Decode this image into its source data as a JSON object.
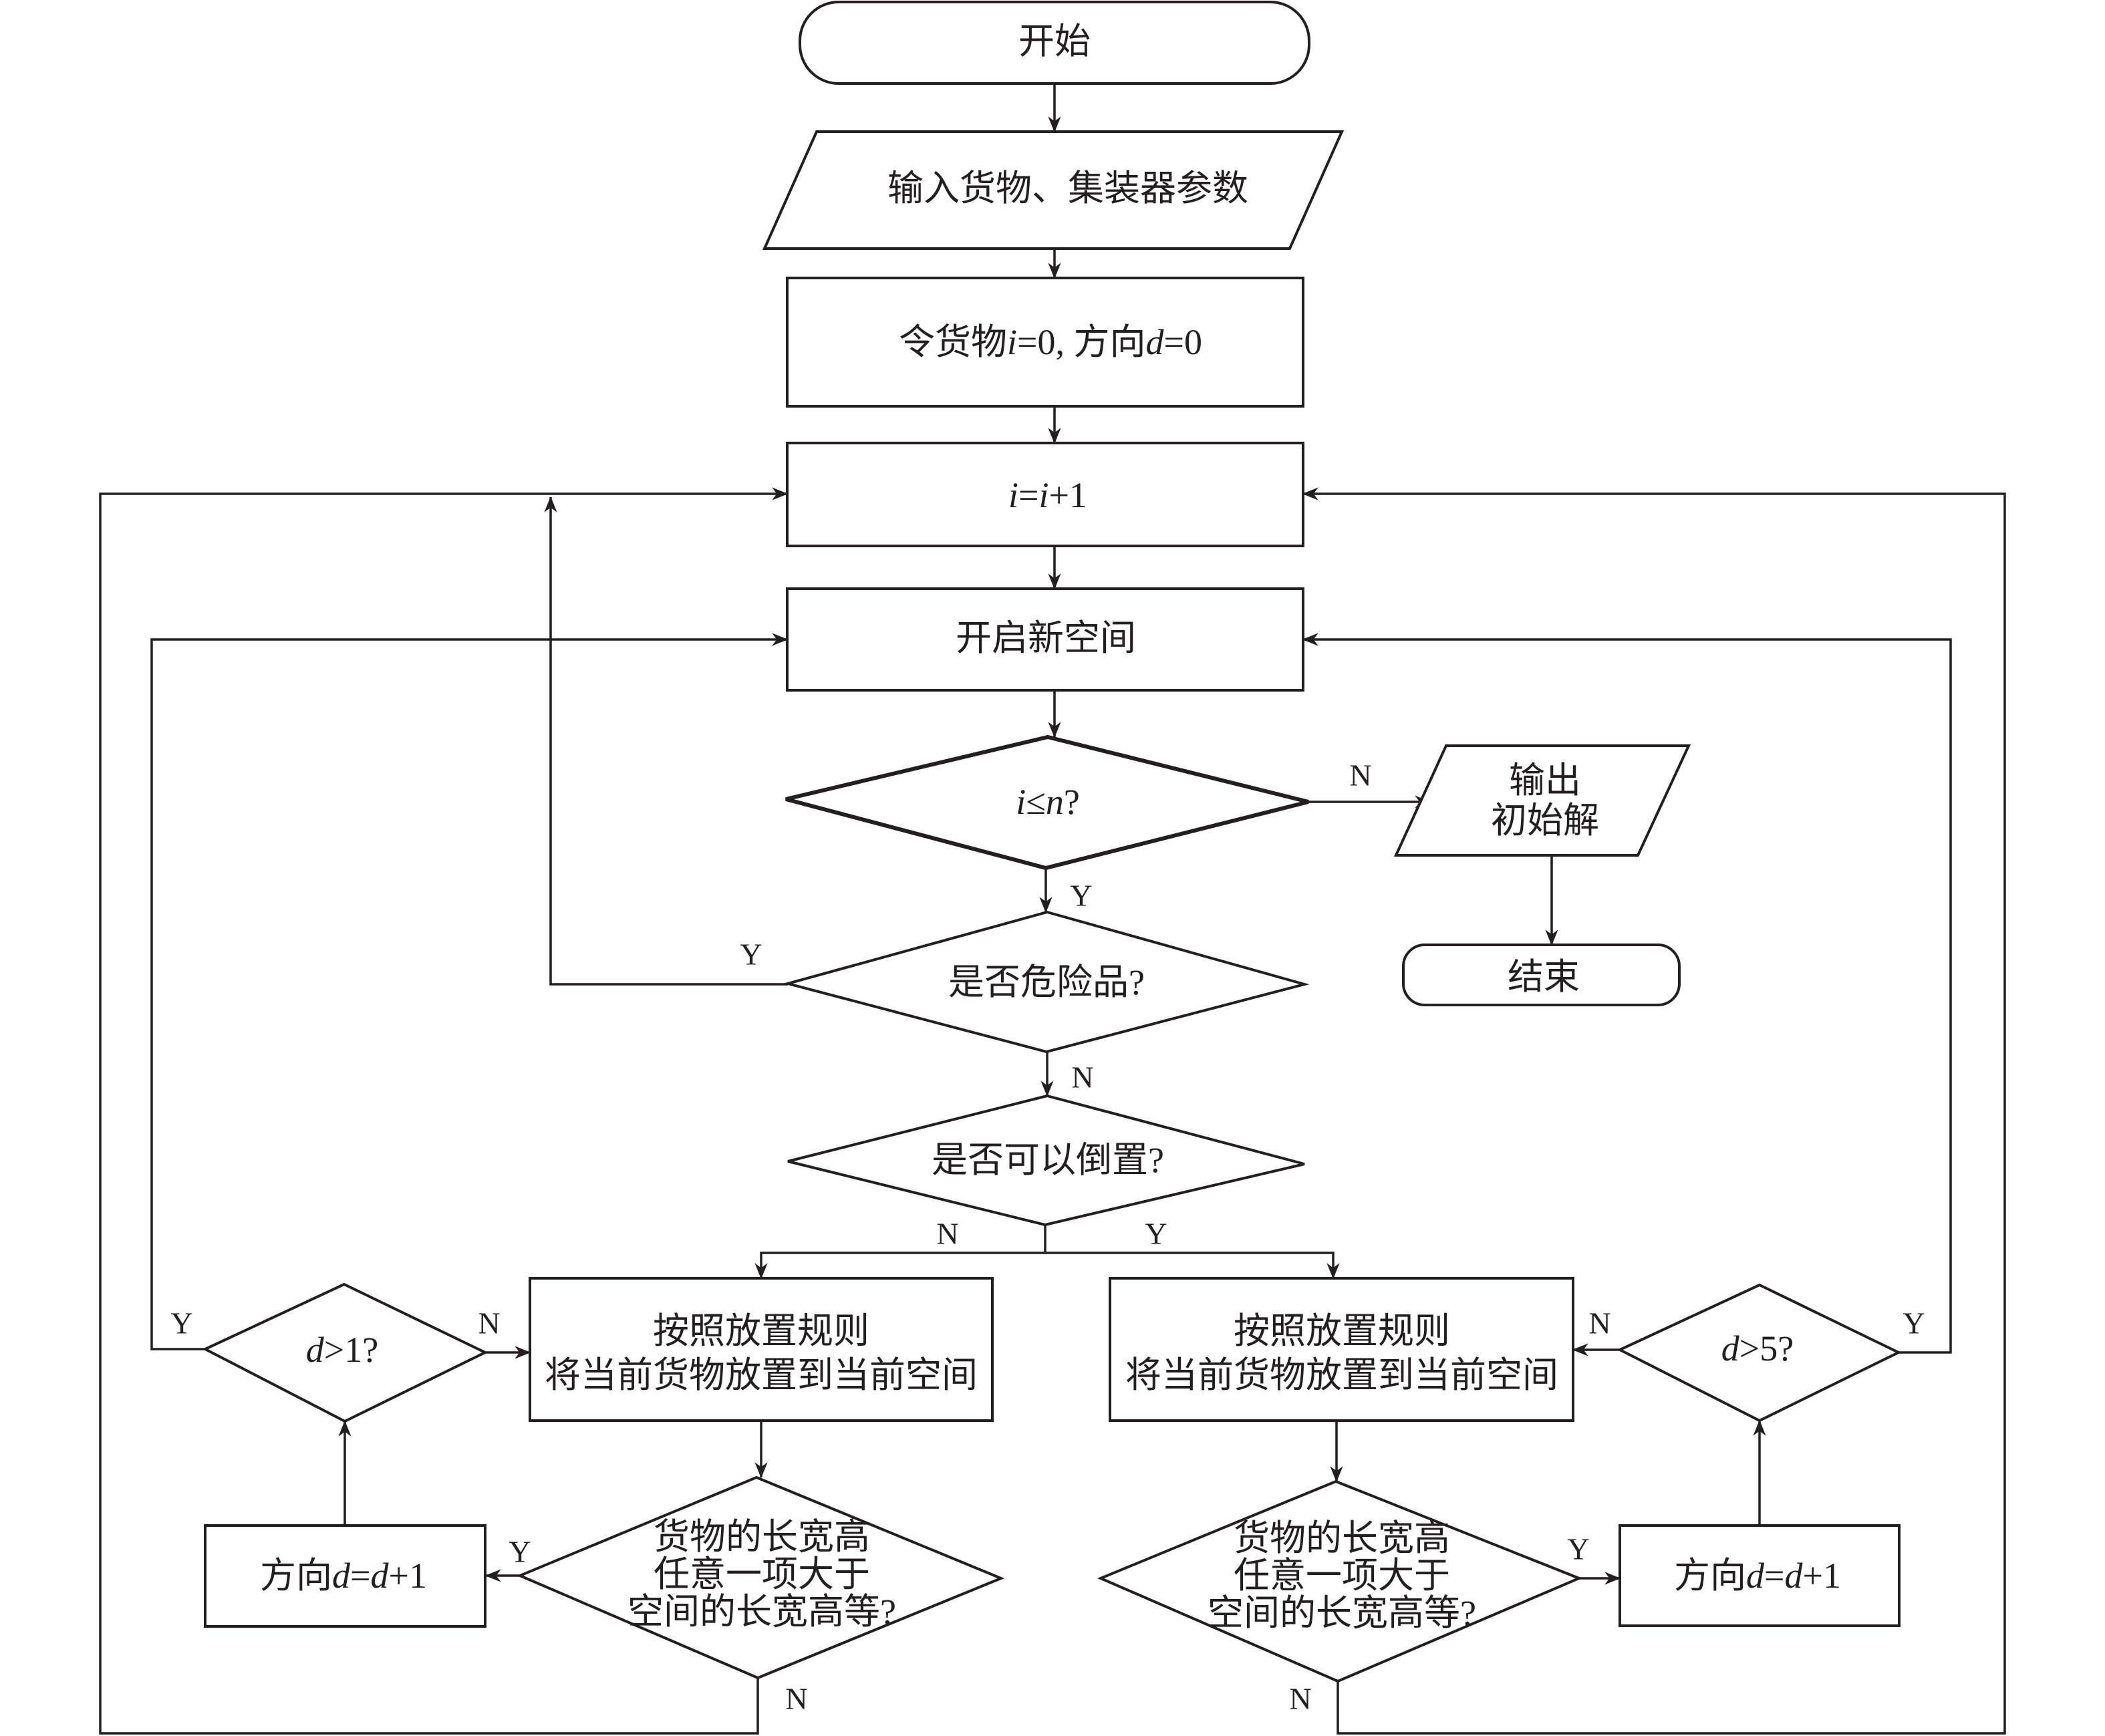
{
  "diagram": {
    "type": "flowchart",
    "colors": {
      "stroke": "#231f20",
      "fill": "#ffffff",
      "background": "#ffffff"
    },
    "nodes": {
      "start": {
        "shape": "terminator",
        "label": "开始"
      },
      "input": {
        "shape": "parallelogram",
        "label": "输入货物、集装器参数"
      },
      "init": {
        "shape": "process",
        "parts": [
          "令货物",
          "i",
          "=0, 方向",
          "d",
          "=0"
        ]
      },
      "increment": {
        "shape": "process",
        "parts": [
          "i",
          "=",
          "i",
          "+1"
        ]
      },
      "new_space": {
        "shape": "process",
        "label": "开启新空间"
      },
      "check_i": {
        "shape": "decision",
        "parts": [
          "i",
          "≤",
          "n",
          "?"
        ]
      },
      "output": {
        "shape": "parallelogram",
        "lines": [
          "输出",
          "初始解"
        ]
      },
      "end": {
        "shape": "terminator",
        "label": "结束"
      },
      "dangerous": {
        "shape": "decision",
        "label": "是否危险品?"
      },
      "invertible": {
        "shape": "decision",
        "label": "是否可以倒置?"
      },
      "place_left": {
        "shape": "process",
        "lines": [
          "按照放置规则",
          "将当前货物放置到当前空间"
        ]
      },
      "place_right": {
        "shape": "process",
        "lines": [
          "按照放置规则",
          "将当前货物放置到当前空间"
        ]
      },
      "check_dim_left": {
        "shape": "decision",
        "lines": [
          "货物的长宽高",
          "任意一项大于",
          "空间的长宽高等?"
        ]
      },
      "check_dim_right": {
        "shape": "decision",
        "lines": [
          "货物的长宽高",
          "任意一项大于",
          "空间的长宽高等?"
        ]
      },
      "dir_left": {
        "shape": "process",
        "parts": [
          "方向",
          "d",
          "=",
          "d",
          "+1"
        ]
      },
      "dir_right": {
        "shape": "process",
        "parts": [
          "方向",
          "d",
          "=",
          "d",
          "+1"
        ]
      },
      "d_gt_1": {
        "shape": "decision",
        "parts": [
          "d",
          ">1?"
        ]
      },
      "d_gt_5": {
        "shape": "decision",
        "parts": [
          "d",
          ">5?"
        ]
      }
    },
    "edges": [
      {
        "from": "start",
        "to": "input",
        "label": ""
      },
      {
        "from": "input",
        "to": "init",
        "label": ""
      },
      {
        "from": "init",
        "to": "increment",
        "label": ""
      },
      {
        "from": "increment",
        "to": "new_space",
        "label": ""
      },
      {
        "from": "new_space",
        "to": "check_i",
        "label": ""
      },
      {
        "from": "check_i",
        "to": "output",
        "label": "N"
      },
      {
        "from": "check_i",
        "to": "dangerous",
        "label": "Y"
      },
      {
        "from": "output",
        "to": "end",
        "label": ""
      },
      {
        "from": "dangerous",
        "to": "increment",
        "label": "Y"
      },
      {
        "from": "dangerous",
        "to": "invertible",
        "label": "N"
      },
      {
        "from": "invertible",
        "to": "place_left",
        "label": "N"
      },
      {
        "from": "invertible",
        "to": "place_right",
        "label": "Y"
      },
      {
        "from": "place_left",
        "to": "check_dim_left",
        "label": ""
      },
      {
        "from": "check_dim_left",
        "to": "dir_left",
        "label": "Y"
      },
      {
        "from": "check_dim_left",
        "to": "increment",
        "label": "N"
      },
      {
        "from": "dir_left",
        "to": "d_gt_1",
        "label": ""
      },
      {
        "from": "d_gt_1",
        "to": "place_left",
        "label": "N"
      },
      {
        "from": "d_gt_1",
        "to": "new_space",
        "label": "Y"
      },
      {
        "from": "place_right",
        "to": "check_dim_right",
        "label": ""
      },
      {
        "from": "check_dim_right",
        "to": "dir_right",
        "label": "Y"
      },
      {
        "from": "check_dim_right",
        "to": "increment",
        "label": "N"
      },
      {
        "from": "dir_right",
        "to": "d_gt_5",
        "label": ""
      },
      {
        "from": "d_gt_5",
        "to": "place_right",
        "label": "N"
      },
      {
        "from": "d_gt_5",
        "to": "new_space",
        "label": "Y"
      }
    ],
    "edge_labels": {
      "check_i_n": "N",
      "check_i_y": "Y",
      "dangerous_y": "Y",
      "dangerous_n": "N",
      "invertible_n": "N",
      "invertible_y": "Y",
      "d_gt_1_y": "Y",
      "d_gt_1_n": "N",
      "d_gt_5_n": "N",
      "d_gt_5_y": "Y",
      "check_dim_left_y": "Y",
      "check_dim_left_n": "N",
      "check_dim_right_y": "Y",
      "check_dim_right_n": "N"
    }
  }
}
